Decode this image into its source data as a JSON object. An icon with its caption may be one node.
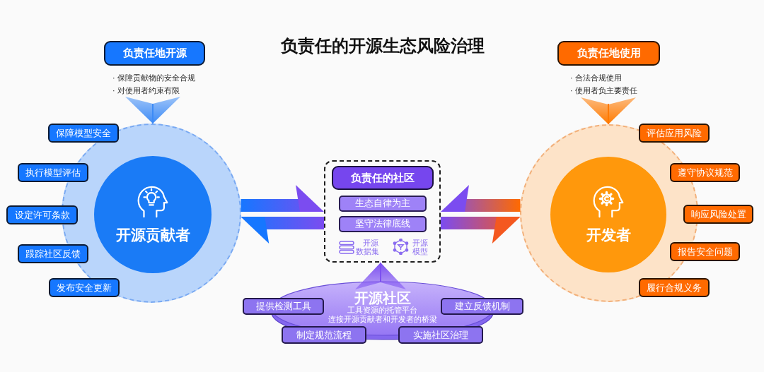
{
  "diagram": {
    "title": "负责任的开源生态风险治理",
    "nodes": [
      {
        "text": [
          "负责任地开源"
        ],
        "beside": [
          "· 保障贡献物的安全合规",
          "· 对使用者约束有限"
        ]
      },
      {
        "text": [],
        "shape": "circle"
      },
      {
        "text": [
          "开源贡献者"
        ],
        "in": 1
      },
      {
        "text": [
          "保障模型安全"
        ]
      },
      {
        "text": [
          "执行模型评估"
        ]
      },
      {
        "text": [
          "设定许可条款"
        ]
      },
      {
        "text": [
          "跟踪社区反馈"
        ]
      },
      {
        "text": [
          "发布安全更新"
        ]
      },
      {
        "text": [],
        "shape": "box"
      },
      {
        "text": [
          "负责任的社区"
        ],
        "in": 8
      },
      {
        "text": [
          "生态自律为主"
        ],
        "in": 8
      },
      {
        "text": [
          "坚守法律底线"
        ],
        "in": 8
      },
      {
        "text": [
          "开源社区",
          "工具资源的托管平台",
          "连接开源贡献者和开发者的桥梁"
        ]
      },
      {
        "text": [
          "提供检测工具"
        ]
      },
      {
        "text": [
          "建立反馈机制"
        ]
      },
      {
        "text": [
          "制定规范流程"
        ]
      },
      {
        "text": [
          "实施社区治理"
        ]
      },
      {
        "text": [
          "负责任地使用"
        ],
        "beside": [
          "· 合法合规使用",
          "· 使用者负主要责任"
        ]
      },
      {
        "text": [],
        "shape": "circle"
      },
      {
        "text": [
          "开发者"
        ],
        "in": 18
      },
      {
        "text": [
          "评估应用风险"
        ]
      },
      {
        "text": [
          "遵守协议规范"
        ]
      },
      {
        "text": [
          "响应风险处置"
        ]
      },
      {
        "text": [
          "报告安全问题"
        ]
      },
      {
        "text": [
          "履行合规义务"
        ]
      }
    ],
    "edges": [
      {
        "from": null,
        "to": 1,
        "arrow": "to",
        "color": "#3d8bf6"
      },
      {
        "from": 1,
        "to": 8,
        "arrow": "to",
        "color": "#1677ff"
      },
      {
        "from": 8,
        "to": 1,
        "arrow": "to",
        "color": "#1677ff"
      },
      {
        "from": 18,
        "to": 8,
        "arrow": "to",
        "color": "#ff6a00"
      },
      {
        "from": 8,
        "to": 18,
        "arrow": "to",
        "color": "#f4581f"
      },
      {
        "from": 12,
        "to": 8,
        "arrow": "to",
        "color": "#7c4ff0"
      },
      {
        "from": null,
        "to": 18,
        "arrow": "to",
        "color": "#ff7a00"
      }
    ],
    "labels": [
      "开源数据集",
      "开源模型"
    ]
  }
}
